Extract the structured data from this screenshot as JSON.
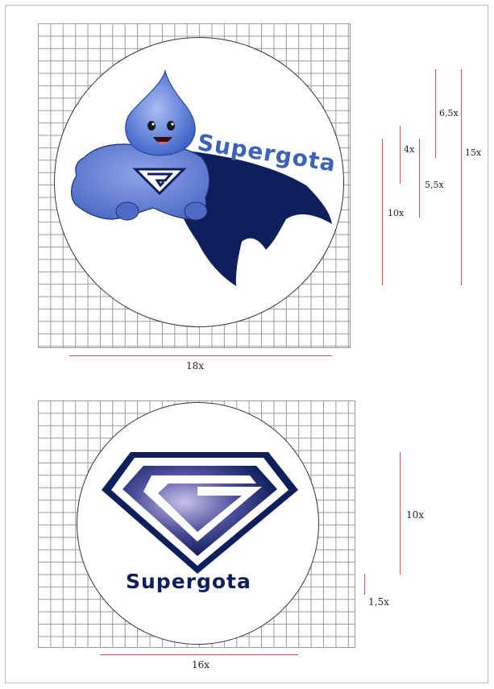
{
  "top_panel": {
    "brand": "Supergota",
    "width_label": "18x",
    "measures": [
      "10x",
      "4x",
      "5,5x",
      "6,5x",
      "15x"
    ]
  },
  "bottom_panel": {
    "brand": "Supergota",
    "width_label": "16x",
    "measures": [
      "10x",
      "1,5x"
    ]
  },
  "colors": {
    "dark_blue": "#0e1f5c",
    "mid_blue": "#5b73c8",
    "light_blue": "#9db0ef",
    "text_blue": "#3c63b6",
    "guide_red": "#d9534f"
  }
}
